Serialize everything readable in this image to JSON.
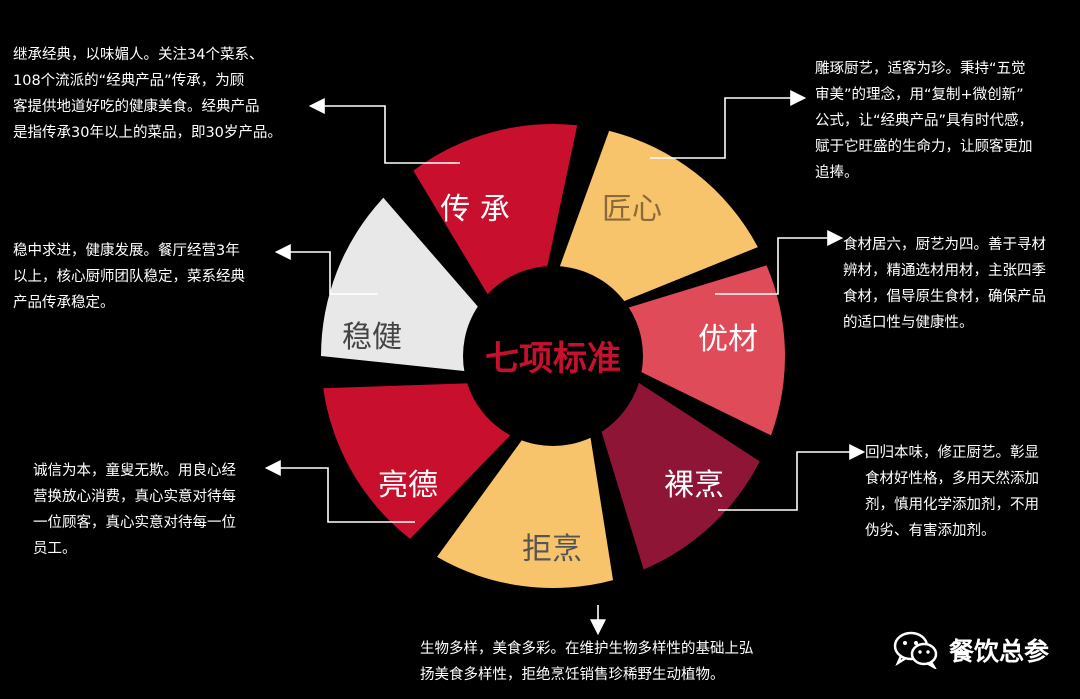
{
  "center": {
    "label": "七项标准",
    "color": "#c8102e"
  },
  "segments": [
    {
      "id": "chuancheng",
      "label": "传 承",
      "fill": "#c8102e",
      "text_color": "#ffffff",
      "desc": [
        "继承经典，以味媚人。关注34个菜系、",
        "108个流派的“经典产品”传承，为顾",
        "客提供地道好吃的健康美食。经典产品",
        "是指传承30年以上的菜品，即30岁产品。"
      ]
    },
    {
      "id": "jiangxin",
      "label": "匠心",
      "fill": "#f7c46b",
      "text_color": "#8a6a3a",
      "desc": [
        "雕琢厨艺，适客为珍。秉持“五觉",
        "审美”的理念，用“复制+微创新”",
        "公式，让“经典产品”具有时代感，",
        "赋于它旺盛的生命力，让顾客更加",
        "追捧。"
      ]
    },
    {
      "id": "youcai",
      "label": "优材",
      "fill": "#e04b5a",
      "text_color": "#ffffff",
      "desc": [
        "食材居六，厨艺为四。善于寻材",
        "辨材，精通选材用材，主张四季",
        "食材，倡导原生食材，确保产品",
        "的适口性与健康性。"
      ]
    },
    {
      "id": "luopeng",
      "label": "裸烹",
      "fill": "#8e1535",
      "text_color": "#ffffff",
      "desc": [
        "回归本味，修正厨艺。彰显",
        "食材好性格，多用天然添加",
        "剂，慎用化学添加剂，不用",
        "伪劣、有害添加剂。"
      ]
    },
    {
      "id": "jupeng",
      "label": "拒烹",
      "fill": "#f7c46b",
      "text_color": "#555555",
      "desc": [
        "生物多样，美食多彩。在维护生物多样性的基础上弘",
        "扬美食多样性，拒绝烹饪销售珍稀野生动植物。"
      ]
    },
    {
      "id": "liangde",
      "label": "亮德",
      "fill": "#c8102e",
      "text_color": "#ffffff",
      "desc": [
        "诚信为本，童叟无欺。用良心经",
        "营换放心消费，真心实意对待每",
        "一位顾客，真心实意对待每一位",
        "员工。"
      ]
    },
    {
      "id": "wenjian",
      "label": "稳健",
      "fill": "#e8e8e8",
      "text_color": "#444444",
      "desc": [
        "稳中求进，健康发展。餐厅经营3年",
        "以上，核心厨师团队稳定，菜系经典",
        "产品传承稳定。"
      ]
    }
  ],
  "brand": {
    "name": "餐饮总参",
    "icon": "wechat-icon"
  }
}
